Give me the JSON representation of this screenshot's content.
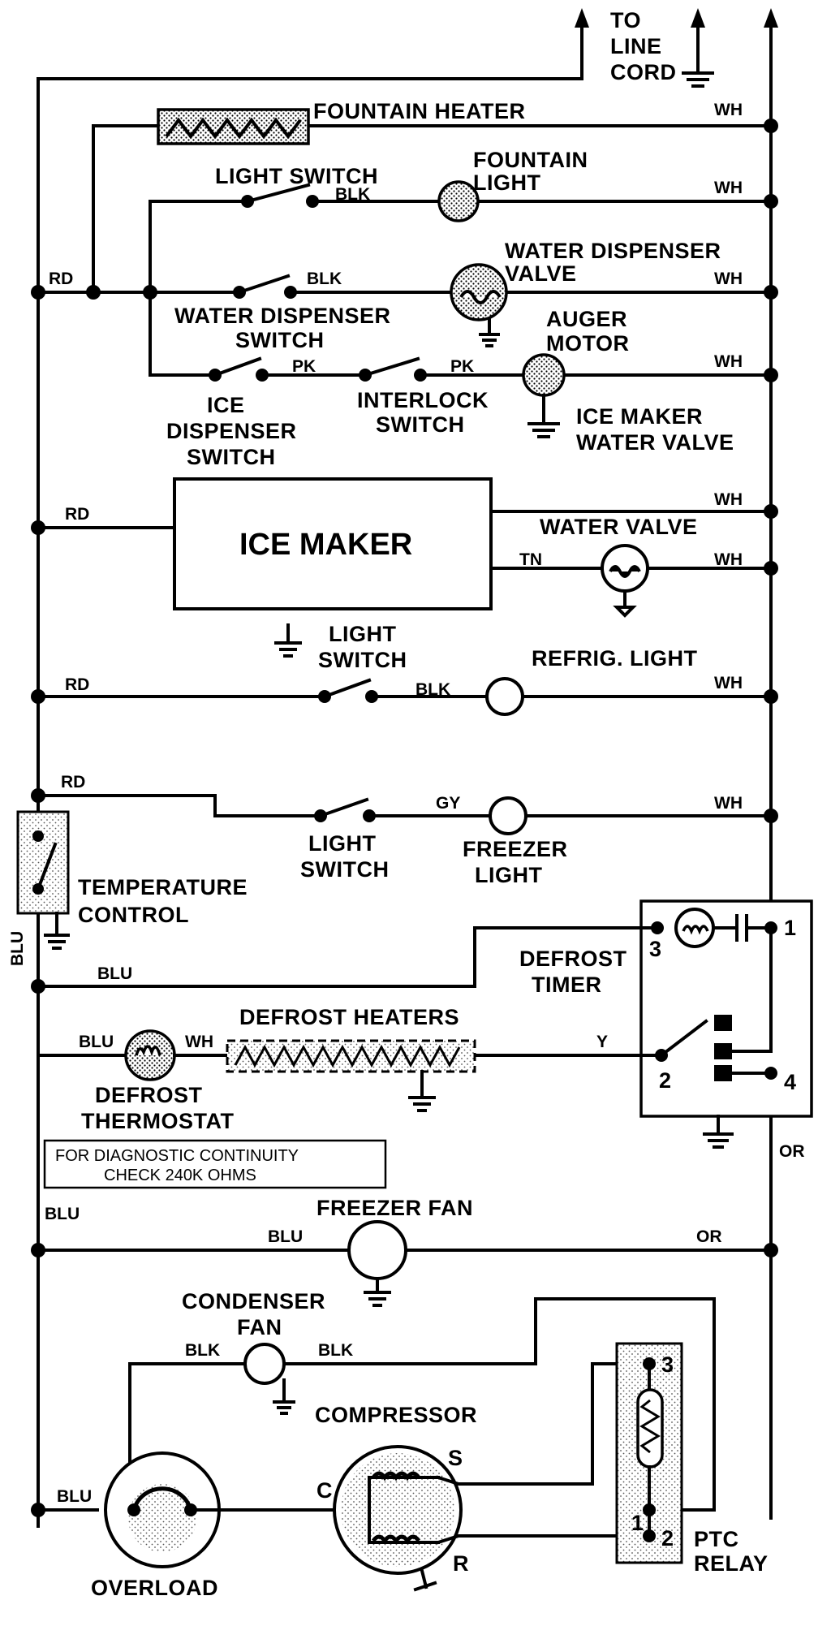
{
  "labels": {
    "to": "TO",
    "line": "LINE",
    "cord": "CORD",
    "fountain_heater": "FOUNTAIN HEATER",
    "light_switch_top": "LIGHT SWITCH",
    "fountain_light_1": "FOUNTAIN",
    "fountain_light_2": "LIGHT",
    "water_dispenser_valve_1": "WATER DISPENSER",
    "water_dispenser_valve_2": "VALVE",
    "water_dispenser_switch_1": "WATER DISPENSER",
    "water_dispenser_switch_2": "SWITCH",
    "auger_motor_1": "AUGER",
    "auger_motor_2": "MOTOR",
    "ice_dispenser_switch_1": "ICE",
    "ice_dispenser_switch_2": "DISPENSER",
    "ice_dispenser_switch_3": "SWITCH",
    "interlock_switch_1": "INTERLOCK",
    "interlock_switch_2": "SWITCH",
    "ice_maker_water_valve_1": "ICE MAKER",
    "ice_maker_water_valve_2": "WATER VALVE",
    "ice_maker": "ICE MAKER",
    "water_valve": "WATER VALVE",
    "light_switch_refrig_1": "LIGHT",
    "light_switch_refrig_2": "SWITCH",
    "refrig_light": "REFRIG. LIGHT",
    "light_switch_freezer_1": "LIGHT",
    "light_switch_freezer_2": "SWITCH",
    "freezer_light_1": "FREEZER",
    "freezer_light_2": "LIGHT",
    "temperature_control_1": "TEMPERATURE",
    "temperature_control_2": "CONTROL",
    "defrost_timer_1": "DEFROST",
    "defrost_timer_2": "TIMER",
    "defrost_heaters": "DEFROST HEATERS",
    "defrost_thermostat_1": "DEFROST",
    "defrost_thermostat_2": "THERMOSTAT",
    "diag_note_1": "FOR DIAGNOSTIC CONTINUITY",
    "diag_note_2": "CHECK 240K OHMS",
    "freezer_fan": "FREEZER FAN",
    "condenser_fan_1": "CONDENSER",
    "condenser_fan_2": "FAN",
    "compressor": "COMPRESSOR",
    "overload": "OVERLOAD",
    "ptc_relay_1": "PTC",
    "ptc_relay_2": "RELAY"
  },
  "wire_colors": {
    "wh": "WH",
    "blk": "BLK",
    "rd": "RD",
    "pk": "PK",
    "tn": "TN",
    "gy": "GY",
    "blu": "BLU",
    "y": "Y",
    "or": "OR"
  },
  "terminals": {
    "t1": "1",
    "t2": "2",
    "t3": "3",
    "t4": "4",
    "c": "C",
    "s": "S",
    "r": "R"
  }
}
